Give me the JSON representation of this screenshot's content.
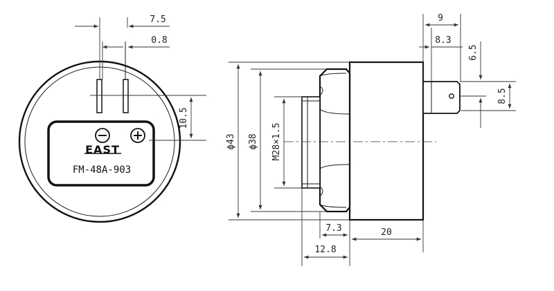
{
  "front_view": {
    "brand": "EAST",
    "model": "FM-48A-903",
    "minus_symbol": "−",
    "plus_symbol": "+",
    "dims": {
      "pin_span": "7.5",
      "pin_width": "0.8",
      "pin_height": "10.5"
    }
  },
  "side_view": {
    "dims": {
      "outer_diameter": "ϕ43",
      "inner_diameter": "ϕ38",
      "thread": "M28×1.5",
      "terminal_length": "9",
      "terminal_inner": "8.3",
      "terminal_offset": "6.5",
      "terminal_height": "8.5",
      "nut_width": "7.3",
      "mount_length": "12.8",
      "body_length": "20"
    }
  }
}
